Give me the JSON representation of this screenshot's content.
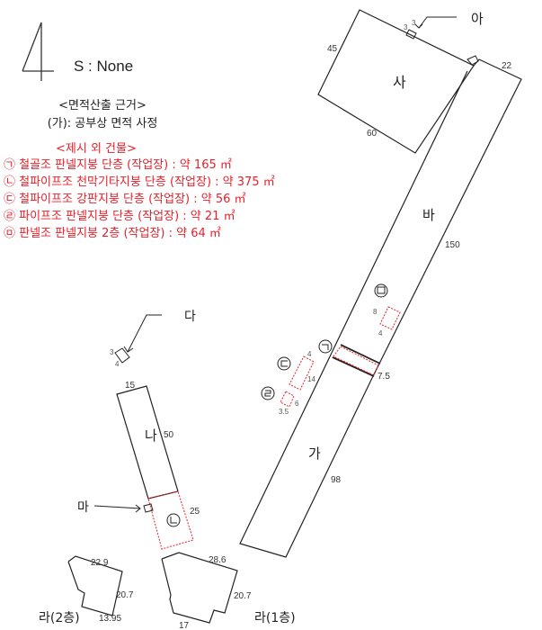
{
  "north_arrow": {
    "icon": "north-arrow-icon"
  },
  "scale": {
    "text": "S : None"
  },
  "legend": {
    "basis_title": "<면적산출 근거>",
    "basis_line": "(가): 공부상 면적 사정",
    "extra_title": "<제시 외 건물>",
    "extra_items": [
      {
        "marker": "㉠",
        "text": "㉠ 철골조 판넬지붕 단층 (작업장) : 약 165 ㎡"
      },
      {
        "marker": "㉡",
        "text": "㉡ 철파이프조 천막기타지붕 단층 (작업장) : 약 375 ㎡"
      },
      {
        "marker": "㉢",
        "text": "㉢ 철파이프조 강판지붕 단층 (작업장) : 약 56 ㎡"
      },
      {
        "marker": "㉣",
        "text": "㉣ 파이프조 판넬지붕 단층 (작업장) : 약 21 ㎡"
      },
      {
        "marker": "㉤",
        "text": "㉤ 판넬조 판넬지붕 2층 (작업장) : 약 64 ㎡"
      }
    ],
    "accent_color": "#e8202a"
  },
  "buildings": {
    "ga": {
      "label": "가",
      "dims": [
        "98"
      ]
    },
    "na": {
      "label": "나",
      "dims": [
        "15",
        "50"
      ]
    },
    "da": {
      "label": "다",
      "dims": [
        "3",
        "4"
      ]
    },
    "ra1": {
      "label": "라(1층)",
      "dims": [
        "28.6",
        "20.7",
        "17"
      ]
    },
    "ra2": {
      "label": "라(2층)",
      "dims": [
        "22.9",
        "20.7",
        "13.95"
      ]
    },
    "ma": {
      "label": "마"
    },
    "ba": {
      "label": "바",
      "dims": [
        "150",
        "22"
      ]
    },
    "sa": {
      "label": "사",
      "dims": [
        "45",
        "60"
      ]
    },
    "a": {
      "label": "아",
      "dims": [
        "3",
        "3"
      ]
    }
  },
  "extras": {
    "giyeok": {
      "marker": "ㄱ",
      "dims": [
        "7.5"
      ]
    },
    "nieun": {
      "marker": "ㄴ",
      "dims": [
        "25"
      ]
    },
    "digeut": {
      "marker": "ㄷ",
      "dims": [
        "4",
        "14"
      ]
    },
    "rieul": {
      "marker": "ㄹ",
      "dims": [
        "3.5",
        "6"
      ]
    },
    "mieum": {
      "marker": "ㅁ",
      "dims": [
        "8",
        "4"
      ]
    }
  }
}
